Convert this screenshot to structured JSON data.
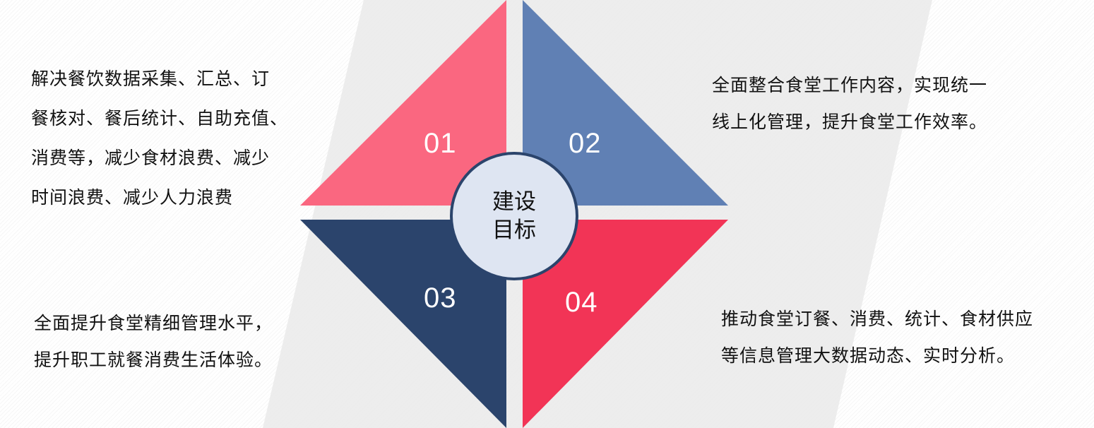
{
  "title": "建设目标",
  "center": {
    "line1": "建设",
    "line2": "目标"
  },
  "colors": {
    "q1": "#FA6780",
    "q2": "#6080B4",
    "q3": "#2B446C",
    "q4": "#F23456",
    "circle_fill": "#DEE5F2",
    "circle_border": "#2B446C",
    "band": "#EBEBEB"
  },
  "quadrants": [
    {
      "number": "01",
      "lines": [
        "解决餐饮数据采集、汇总、订",
        "餐核对、餐后统计、自助充值、",
        "消费等，减少食材浪费、减少",
        "时间浪费、减少人力浪费"
      ]
    },
    {
      "number": "02",
      "lines": [
        "全面整合食堂工作内容，实现统一",
        "线上化管理，提升食堂工作效率。"
      ]
    },
    {
      "number": "03",
      "lines": [
        "全面提升食堂精细管理水平，",
        "提升职工就餐消费生活体验。"
      ]
    },
    {
      "number": "04",
      "lines": [
        "推动食堂订餐、消费、统计、食材供应",
        "等信息管理大数据动态、实时分析。"
      ]
    }
  ]
}
